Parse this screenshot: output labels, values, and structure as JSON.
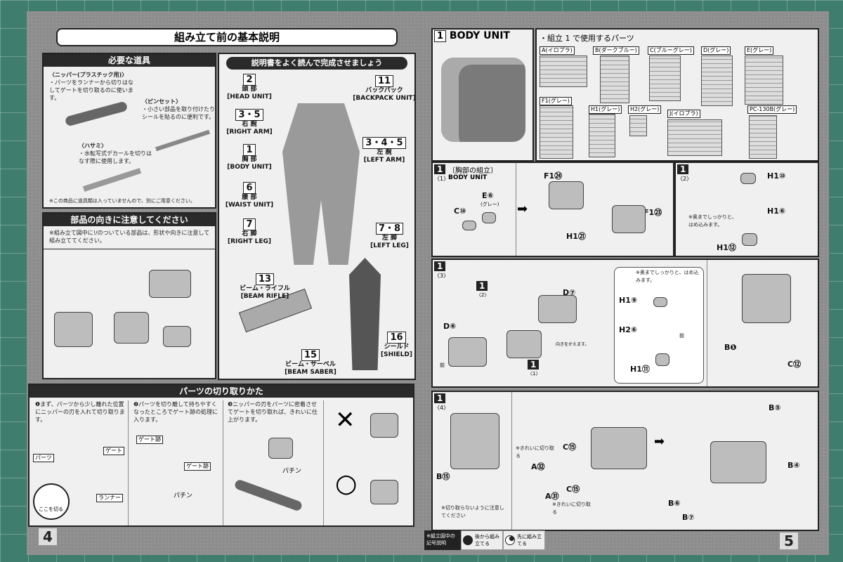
{
  "left_page": {
    "page_number": "4",
    "title": "組み立て前の基本説明",
    "tools": {
      "heading": "必要な道具",
      "nipper": {
        "name": "〈ニッパー(プラスチック用)〉",
        "desc": "・パーツをランナーから切りはなしてゲートを切り取るのに使います。"
      },
      "tweezers": {
        "name": "〈ピンセット〉",
        "desc": "・小さい部品を取り付けたりシールを貼るのに便利です。"
      },
      "scissors": {
        "name": "〈ハサミ〉",
        "desc": "・水転写式デカールを切りはなす際に使用します。"
      },
      "note": "※この商品に道具類は入っていませんので、別にご用意ください。"
    },
    "orientation": {
      "heading": "部品の向きに注意してください",
      "text": "※組み立て図中に!/のついている部品は、形状や向きに注意して組み立ててください。"
    },
    "labels": {
      "heading": "説明書をよく読んで完成させましょう",
      "items": [
        {
          "num": "2",
          "jp": "頭 部",
          "en": "[HEAD UNIT]"
        },
        {
          "num": "11",
          "jp": "バックパック",
          "en": "[BACKPACK UNIT]"
        },
        {
          "num": "3・5",
          "jp": "右 腕",
          "en": "[RIGHT ARM]"
        },
        {
          "num": "3・4・5",
          "jp": "左 腕",
          "en": "[LEFT ARM]"
        },
        {
          "num": "1",
          "jp": "胸 部",
          "en": "[BODY UNIT]"
        },
        {
          "num": "6",
          "jp": "腰 部",
          "en": "[WAIST UNIT]"
        },
        {
          "num": "7",
          "jp": "右 脚",
          "en": "[RIGHT LEG]"
        },
        {
          "num": "7・8",
          "jp": "左 脚",
          "en": "[LEFT LEG]"
        },
        {
          "num": "13",
          "jp": "ビーム・ライフル",
          "en": "[BEAM RIFLE]"
        },
        {
          "num": "16",
          "jp": "シールド",
          "en": "[SHIELD]"
        },
        {
          "num": "15",
          "jp": "ビーム・サーベル",
          "en": "[BEAM SABER]"
        }
      ]
    },
    "cutting": {
      "heading": "パーツの切り取りかた",
      "step1": "❶まず、パーツから少し離れた位置にニッパーの刃を入れて切り取ります。",
      "step2": "❷パーツを切り離して持ちやすくなったところでゲート跡の処理に入ります。",
      "step3": "❸ニッパーの刃をパーツに密着させてゲートを切り取れば、きれいに仕上がります。",
      "tags": {
        "parts": "パーツ",
        "gate": "ゲート",
        "runner": "ランナー",
        "cut_here": "ここを切る",
        "gate_mark": "ゲート跡",
        "gate_mark2": "ゲート跡",
        "snip": "パチン",
        "snip2": "パチン"
      },
      "wrong": "✕",
      "right": "○"
    }
  },
  "right_page": {
    "page_number": "5",
    "unit": {
      "num": "1",
      "title": "BODY UNIT"
    },
    "parts_used": {
      "heading": "・組立 1 で使用するパーツ",
      "runners": [
        "A(イロプラ)",
        "B(ダークブルー)",
        "C(ブルーグレー)",
        "D(グレー)",
        "E(グレー)",
        "F1(グレー)",
        "H1(グレー)",
        "H2(グレー)",
        "J(イロプラ)",
        "PC-130B(グレー)"
      ]
    },
    "steps": [
      {
        "num": "1",
        "sub": "〈1〉",
        "title": "〔胸部の組立〕",
        "subtitle": "BODY UNIT",
        "parts": [
          "C⑩",
          "E⑥",
          "(グレー)",
          "F1㉔",
          "F1㉓",
          "H1㉑"
        ]
      },
      {
        "num": "1",
        "sub": "〈2〉",
        "parts": [
          "H1⑩",
          "H1⑥",
          "H1⑫"
        ],
        "note": "※奥までしっかりと、はめ込みます。"
      },
      {
        "num": "1",
        "sub": "〈3〉",
        "parts": [
          "D⑦",
          "D⑥",
          "H1⑨",
          "H2⑥",
          "H1⑪",
          "B❶",
          "C⑫"
        ],
        "note": "※奥までしっかりと、はめ込みます。",
        "turn": "向きをかえます。",
        "front": "前",
        "front2": "前",
        "ref": "1",
        "ref_sub": "〈2〉",
        "ref2": "1",
        "ref2_sub": "〈1〉"
      },
      {
        "num": "1",
        "sub": "〈4〉",
        "parts": [
          "B⑤",
          "B④",
          "C⑮",
          "C⑮",
          "A㉜",
          "A㉛",
          "B⑮",
          "B⑥",
          "B⑦"
        ],
        "note_clean": "※きれいに切り取る",
        "note_clean2": "※きれいに切り取る",
        "note_careful": "※切り取らないように注意してください"
      }
    ],
    "legend": {
      "title": "※組立図中の記号説明",
      "back": "後から組み立てる",
      "first": "先に組み立てる"
    }
  }
}
